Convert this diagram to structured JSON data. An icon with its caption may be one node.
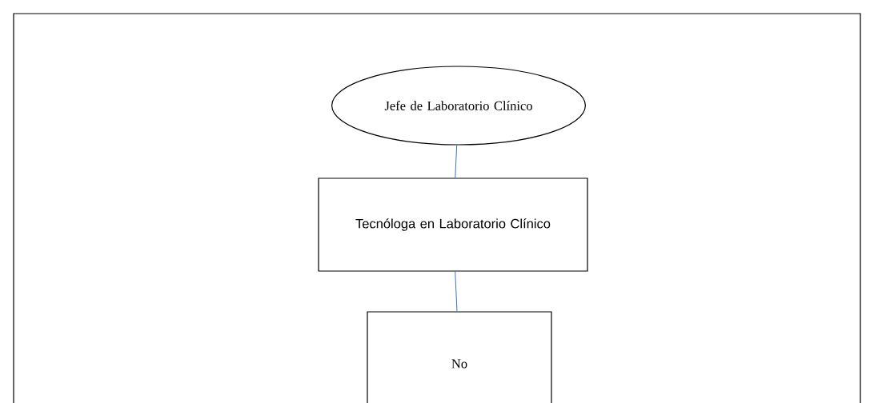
{
  "diagram": {
    "nodes": [
      {
        "text": [
          "Jefe de Laboratorio Clínico"
        ]
      },
      {
        "text": [
          "Tecnóloga en Laboratorio Clínico"
        ]
      },
      {
        "text": [
          "No"
        ]
      }
    ],
    "edges": [
      {
        "from": 0,
        "to": 1,
        "arrow": "none"
      },
      {
        "from": 1,
        "to": 2,
        "arrow": "none"
      }
    ]
  }
}
